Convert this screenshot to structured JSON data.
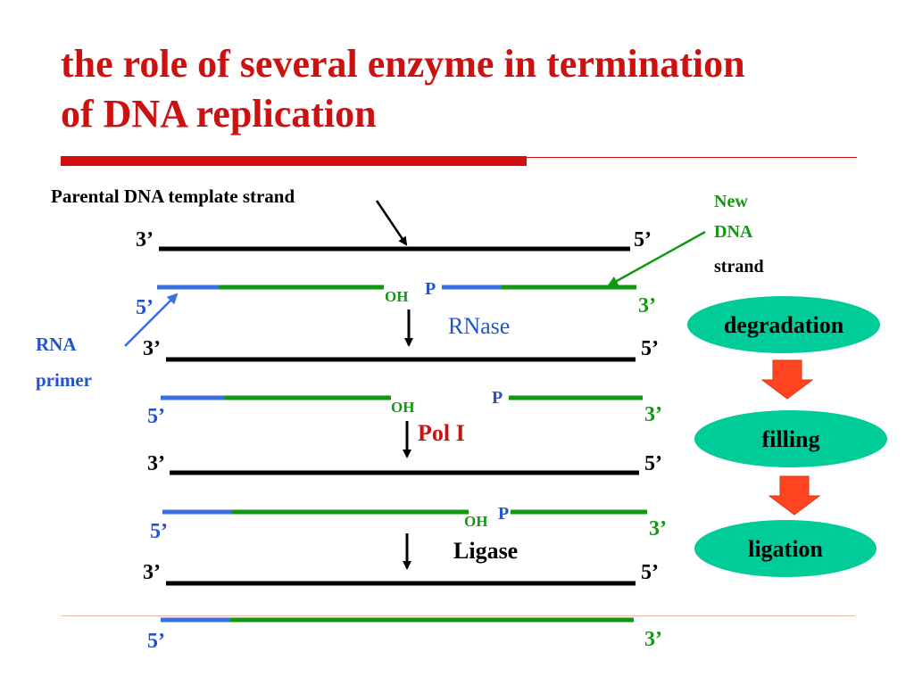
{
  "title": {
    "line1": "the role of several enzyme in termination",
    "line2": "of DNA replication"
  },
  "labels": {
    "parental": "Parental  DNA  template strand",
    "new_dna_line1": "New",
    "new_dna_line2": "DNA",
    "new_dna_line3": "strand",
    "rna_line1": "RNA",
    "rna_line2": "primer",
    "rnase": "RNase",
    "pol": "Pol  I",
    "ligase": "Ligase",
    "oh": "OH",
    "p": "P",
    "three_prime": "3’",
    "five_prime": "5’"
  },
  "steps": [
    {
      "label": "degradation"
    },
    {
      "label": "filling"
    },
    {
      "label": "ligation"
    }
  ],
  "colors": {
    "title": "#cc1111",
    "primer": "#3a6fe0",
    "new_strand": "#119911",
    "template": "#000000",
    "oval": "#00cc99",
    "step_arrow": "#ff4422",
    "pol_label": "#cc1111",
    "rnase_label": "#2255cc"
  }
}
